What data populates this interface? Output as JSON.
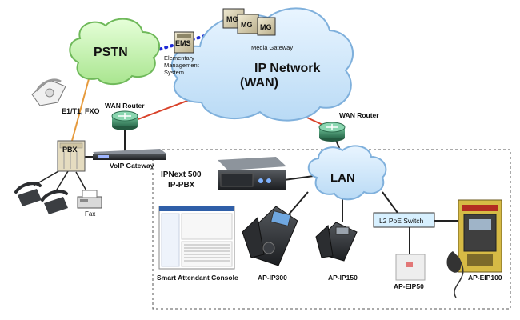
{
  "clouds": {
    "pstn": "PSTN",
    "ip_network_line1": "IP Network",
    "ip_network_line2": "(WAN)",
    "lan": "LAN"
  },
  "nodes": {
    "ems": "EMS",
    "ems_caption_line1": "Elementary",
    "ems_caption_line2": "Management",
    "ems_caption_line3": "System",
    "mg_1": "MG",
    "mg_2": "MG",
    "mg_3": "MG",
    "media_gateway": "Media Gateway",
    "pbx": "PBX",
    "e1_t1_fxo": "E1/T1, FXO",
    "wan_router_left": "WAN Router",
    "wan_router_right": "WAN Router",
    "voip_gateway": "VoIP Gateway",
    "ipnext_line1": "IPNext 500",
    "ipnext_line2": "IP-PBX",
    "l2_poe_switch": "L2 PoE Switch",
    "fax": "Fax",
    "smart_attendant": "Smart Attendant  Console",
    "ap_ip300": "AP-IP300",
    "ap_ip150": "AP-IP150",
    "ap_eip50": "AP-EIP50",
    "ap_eip100": "AP-EIP100"
  },
  "colors": {
    "cloud_fill": "#cfe7fb",
    "cloud_stroke": "#7fb0dc",
    "pstn_fill": "#c8f2b8",
    "pstn_stroke": "#6fb95a",
    "ems_link": "#1f2bd6",
    "trunk_link": "#e69a3c",
    "wan_link": "#d9422a",
    "lan_link": "#222222",
    "switch_fill": "#d7f0ff",
    "router_fill": "#3f8f6a"
  }
}
